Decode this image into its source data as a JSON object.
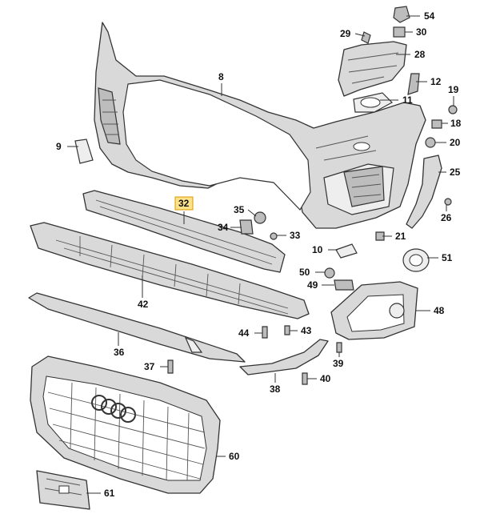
{
  "diagram": {
    "highlight_color": "#fde28a",
    "callouts": [
      {
        "id": "c54",
        "label": "54"
      },
      {
        "id": "c29",
        "label": "29"
      },
      {
        "id": "c30",
        "label": "30"
      },
      {
        "id": "c28",
        "label": "28"
      },
      {
        "id": "c8",
        "label": "8"
      },
      {
        "id": "c12",
        "label": "12"
      },
      {
        "id": "c19",
        "label": "19"
      },
      {
        "id": "c11",
        "label": "11"
      },
      {
        "id": "c18",
        "label": "18"
      },
      {
        "id": "c9",
        "label": "9"
      },
      {
        "id": "c20",
        "label": "20"
      },
      {
        "id": "c25",
        "label": "25"
      },
      {
        "id": "c32",
        "label": "32",
        "highlighted": true
      },
      {
        "id": "c35",
        "label": "35"
      },
      {
        "id": "c26",
        "label": "26"
      },
      {
        "id": "c34",
        "label": "34"
      },
      {
        "id": "c33",
        "label": "33"
      },
      {
        "id": "c21",
        "label": "21"
      },
      {
        "id": "c10",
        "label": "10"
      },
      {
        "id": "c51",
        "label": "51"
      },
      {
        "id": "c50",
        "label": "50"
      },
      {
        "id": "c49",
        "label": "49"
      },
      {
        "id": "c42",
        "label": "42"
      },
      {
        "id": "c48",
        "label": "48"
      },
      {
        "id": "c44",
        "label": "44"
      },
      {
        "id": "c43",
        "label": "43"
      },
      {
        "id": "c36",
        "label": "36"
      },
      {
        "id": "c39",
        "label": "39"
      },
      {
        "id": "c37",
        "label": "37"
      },
      {
        "id": "c40",
        "label": "40"
      },
      {
        "id": "c38",
        "label": "38"
      },
      {
        "id": "c60",
        "label": "60"
      },
      {
        "id": "c61",
        "label": "61"
      }
    ]
  }
}
